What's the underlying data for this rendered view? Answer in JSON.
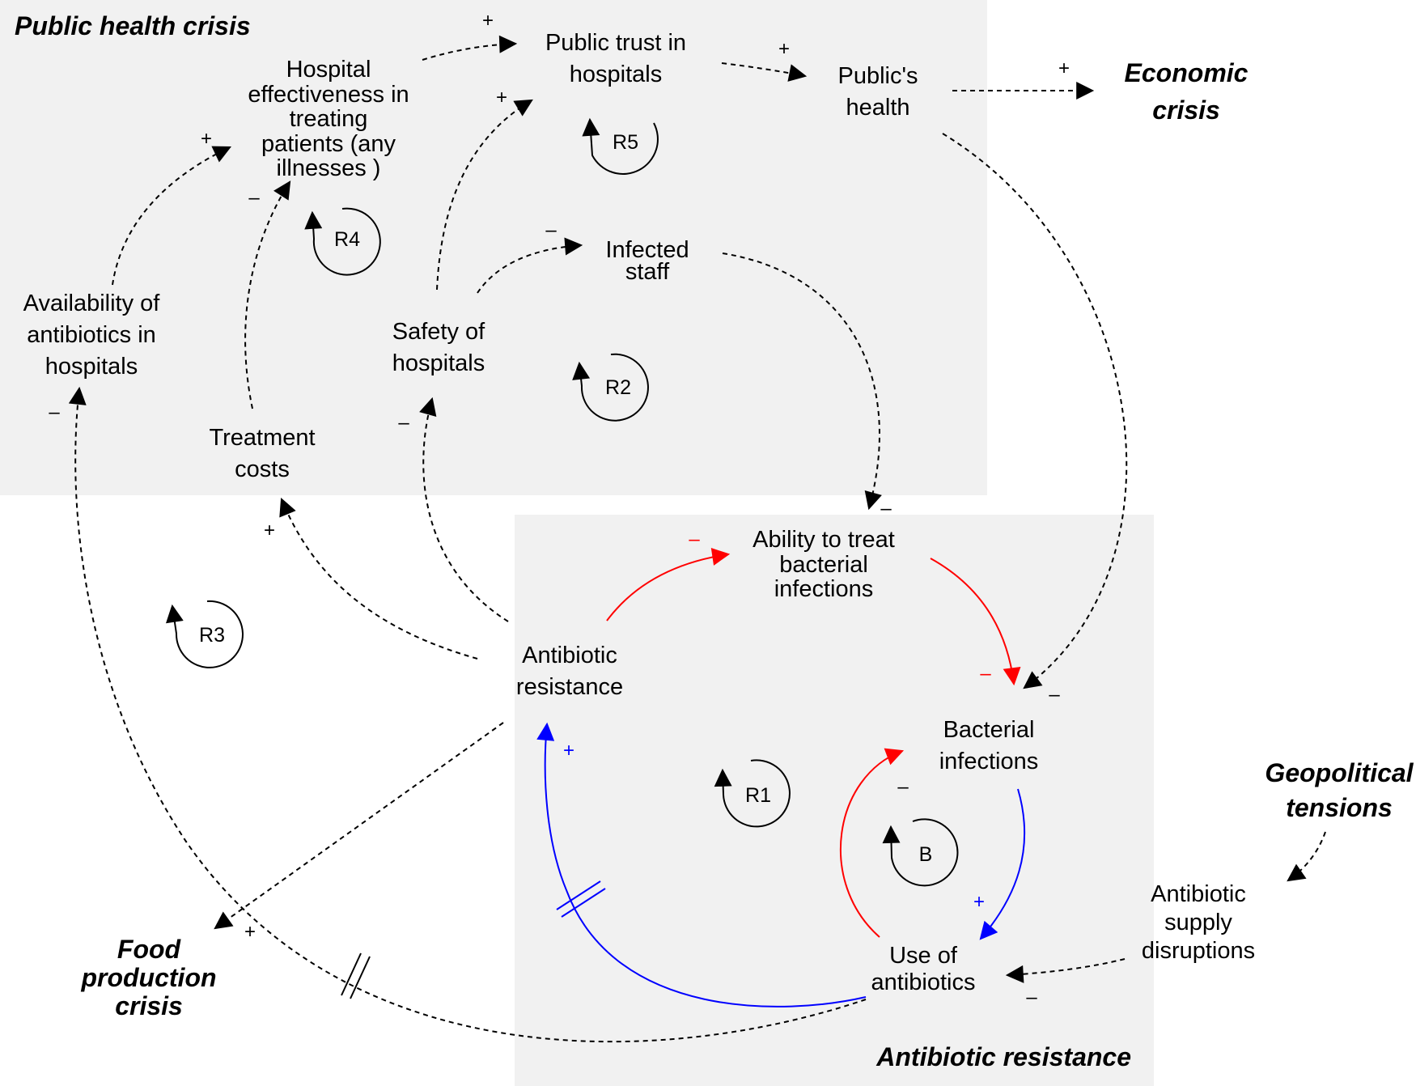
{
  "colors": {
    "panel": "#f1f1f1",
    "negative": "#ff0000",
    "positive": "#0000ff",
    "dashed": "#000000"
  },
  "regions": {
    "public_health": "Public health crisis",
    "antibiotic_resistance": "Antibiotic resistance"
  },
  "outcomes": {
    "economic": [
      "Economic",
      "crisis"
    ],
    "food": [
      "Food",
      "production",
      "crisis"
    ],
    "geopolitical": [
      "Geopolitical",
      "tensions"
    ]
  },
  "nodes": {
    "hospital_effectiveness": [
      "Hospital",
      "effectiveness in",
      "treating",
      "patients (any",
      "illnesses )"
    ],
    "public_trust": [
      "Public trust in",
      "hospitals"
    ],
    "publics_health": [
      "Public's",
      "health"
    ],
    "infected_staff": [
      "Infected",
      "staff"
    ],
    "availability": [
      "Availability of",
      "antibiotics in",
      "hospitals"
    ],
    "safety": [
      "Safety of",
      "hospitals"
    ],
    "treatment_costs": [
      "Treatment",
      "costs"
    ],
    "ability_to_treat": [
      "Ability to treat",
      "bacterial",
      "infections"
    ],
    "antibiotic_resistance": [
      "Antibiotic",
      "resistance"
    ],
    "bacterial_infections": [
      "Bacterial",
      "infections"
    ],
    "use_of_antibiotics": [
      "Use of",
      "antibiotics"
    ],
    "supply_disruptions": [
      "Antibiotic",
      "supply",
      "disruptions"
    ]
  },
  "loops": {
    "r1": "R1",
    "r2": "R2",
    "r3": "R3",
    "r4": "R4",
    "r5": "R5",
    "b": "B"
  },
  "signs": {
    "plus": "+",
    "minus": "–"
  }
}
